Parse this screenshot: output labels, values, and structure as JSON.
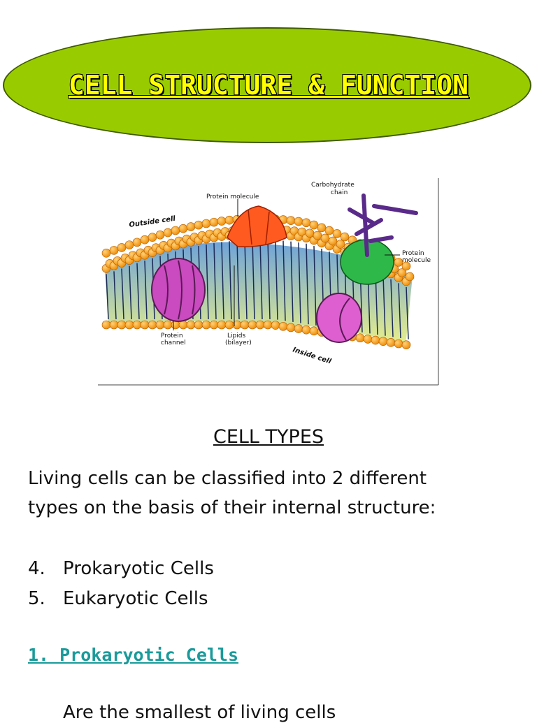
{
  "header": {
    "title": "CELL STRUCTURE & FUNCTION"
  },
  "figure": {
    "labels": {
      "outside": "Outside cell",
      "protein_molecule_top": "Protein molecule",
      "carbohydrate_1": "Carbohydrate",
      "carbohydrate_2": "chain",
      "protein_molecule_right_1": "Protein",
      "protein_molecule_right_2": "molecule",
      "channel_1": "Protein",
      "channel_2": "channel",
      "lipids_1": "Lipids",
      "lipids_2": "(bilayer)",
      "inside": "Inside cell"
    }
  },
  "section": {
    "heading": "CELL TYPES",
    "intro_line1": "Living cells can be classified into 2 different",
    "intro_line2": "types on the basis of their internal structure:",
    "items": [
      {
        "num": "4.",
        "label": "Prokaryotic Cells"
      },
      {
        "num": "5.",
        "label": "Eukaryotic Cells"
      }
    ],
    "subheading": "1. Prokaryotic Cells",
    "partial_line": "Are the smallest of living cells"
  }
}
